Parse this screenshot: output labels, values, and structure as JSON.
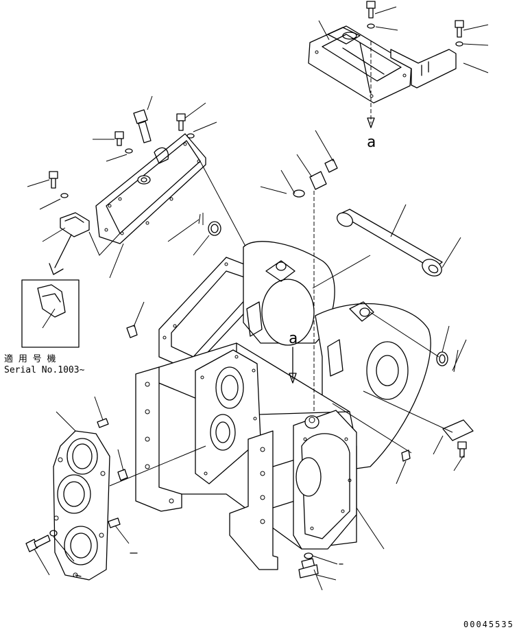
{
  "ref_letter_top": "a",
  "ref_letter_mid": "a",
  "note": {
    "line1": "適 用 号 機",
    "line2": "Serial No.1003~"
  },
  "drawing_code": "00045535"
}
